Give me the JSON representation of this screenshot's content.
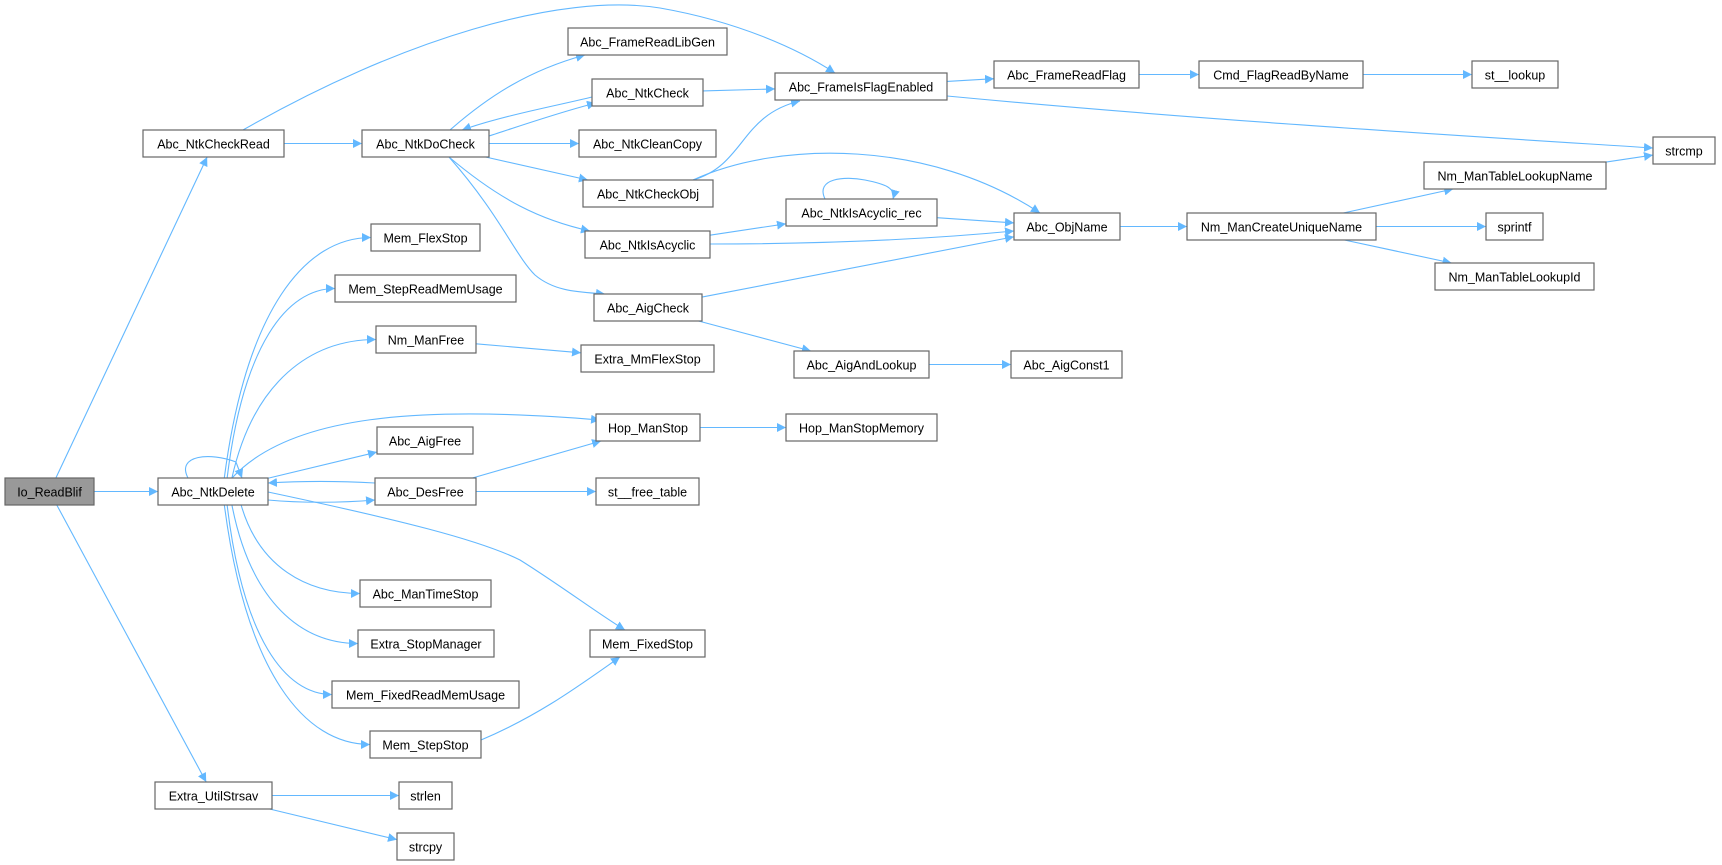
{
  "graph": {
    "type": "call-graph",
    "root": "io_readblif",
    "colors": {
      "edge": "#63b8ff",
      "node_border": "#666666",
      "root_fill": "#999999",
      "node_fill": "#ffffff"
    },
    "nodes": [
      {
        "id": "io_readblif",
        "label": "Io_ReadBlif"
      },
      {
        "id": "abc_ntkcheckread",
        "label": "Abc_NtkCheckRead"
      },
      {
        "id": "abc_ntkdelete",
        "label": "Abc_NtkDelete"
      },
      {
        "id": "extra_utilstrsav",
        "label": "Extra_UtilStrsav"
      },
      {
        "id": "abc_ntkdocheck",
        "label": "Abc_NtkDoCheck"
      },
      {
        "id": "abc_framereadlibgen",
        "label": "Abc_FrameReadLibGen"
      },
      {
        "id": "abc_ntkcheck",
        "label": "Abc_NtkCheck"
      },
      {
        "id": "abc_ntkcleancopy",
        "label": "Abc_NtkCleanCopy"
      },
      {
        "id": "abc_ntkcheckobj",
        "label": "Abc_NtkCheckObj"
      },
      {
        "id": "abc_ntkisacyclic",
        "label": "Abc_NtkIsAcyclic"
      },
      {
        "id": "abc_aigcheck",
        "label": "Abc_AigCheck"
      },
      {
        "id": "abc_frameisflagenabled",
        "label": "Abc_FrameIsFlagEnabled"
      },
      {
        "id": "abc_framereadflag",
        "label": "Abc_FrameReadFlag"
      },
      {
        "id": "cmd_flagreadbyname",
        "label": "Cmd_FlagReadByName"
      },
      {
        "id": "st_lookup",
        "label": "st__lookup"
      },
      {
        "id": "strcmp",
        "label": "strcmp"
      },
      {
        "id": "abc_ntkisacyclic_rec",
        "label": "Abc_NtkIsAcyclic_rec"
      },
      {
        "id": "abc_objname",
        "label": "Abc_ObjName"
      },
      {
        "id": "nm_mancreateuniquename",
        "label": "Nm_ManCreateUniqueName"
      },
      {
        "id": "nm_mantablelookupname",
        "label": "Nm_ManTableLookupName"
      },
      {
        "id": "sprintf",
        "label": "sprintf"
      },
      {
        "id": "nm_mantablelookupid",
        "label": "Nm_ManTableLookupId"
      },
      {
        "id": "abc_aigandlookup",
        "label": "Abc_AigAndLookup"
      },
      {
        "id": "abc_aigconst1",
        "label": "Abc_AigConst1"
      },
      {
        "id": "mem_flexstop",
        "label": "Mem_FlexStop"
      },
      {
        "id": "mem_stepreadmemusage",
        "label": "Mem_StepReadMemUsage"
      },
      {
        "id": "nm_manfree",
        "label": "Nm_ManFree"
      },
      {
        "id": "extra_mmflexstop",
        "label": "Extra_MmFlexStop"
      },
      {
        "id": "hop_manstop",
        "label": "Hop_ManStop"
      },
      {
        "id": "hop_manstopmemory",
        "label": "Hop_ManStopMemory"
      },
      {
        "id": "abc_aigfree",
        "label": "Abc_AigFree"
      },
      {
        "id": "abc_desfree",
        "label": "Abc_DesFree"
      },
      {
        "id": "st_free_table",
        "label": "st__free_table"
      },
      {
        "id": "abc_mantimestop",
        "label": "Abc_ManTimeStop"
      },
      {
        "id": "extra_stopmanager",
        "label": "Extra_StopManager"
      },
      {
        "id": "mem_fixedreadmemusage",
        "label": "Mem_FixedReadMemUsage"
      },
      {
        "id": "mem_stepstop",
        "label": "Mem_StepStop"
      },
      {
        "id": "mem_fixedstop",
        "label": "Mem_FixedStop"
      },
      {
        "id": "strlen",
        "label": "strlen"
      },
      {
        "id": "strcpy",
        "label": "strcpy"
      }
    ],
    "edges": [
      [
        "io_readblif",
        "abc_ntkcheckread"
      ],
      [
        "io_readblif",
        "abc_ntkdelete"
      ],
      [
        "io_readblif",
        "extra_utilstrsav"
      ],
      [
        "abc_ntkcheckread",
        "abc_ntkdocheck"
      ],
      [
        "abc_ntkcheckread",
        "abc_frameisflagenabled"
      ],
      [
        "abc_ntkdocheck",
        "abc_framereadlibgen"
      ],
      [
        "abc_ntkdocheck",
        "abc_ntkcheck"
      ],
      [
        "abc_ntkcheck",
        "abc_ntkdocheck"
      ],
      [
        "abc_ntkdocheck",
        "abc_ntkcleancopy"
      ],
      [
        "abc_ntkdocheck",
        "abc_ntkcheckobj"
      ],
      [
        "abc_ntkdocheck",
        "abc_ntkisacyclic"
      ],
      [
        "abc_ntkdocheck",
        "abc_aigcheck"
      ],
      [
        "abc_ntkcheck",
        "abc_frameisflagenabled"
      ],
      [
        "abc_ntkcheckobj",
        "abc_frameisflagenabled"
      ],
      [
        "abc_ntkcheckobj",
        "abc_objname"
      ],
      [
        "abc_ntkisacyclic",
        "abc_ntkisacyclic_rec"
      ],
      [
        "abc_ntkisacyclic",
        "abc_objname"
      ],
      [
        "abc_ntkisacyclic_rec",
        "abc_ntkisacyclic_rec"
      ],
      [
        "abc_ntkisacyclic_rec",
        "abc_objname"
      ],
      [
        "abc_aigcheck",
        "abc_objname"
      ],
      [
        "abc_aigcheck",
        "abc_aigandlookup"
      ],
      [
        "abc_aigandlookup",
        "abc_aigconst1"
      ],
      [
        "abc_frameisflagenabled",
        "abc_framereadflag"
      ],
      [
        "abc_frameisflagenabled",
        "strcmp"
      ],
      [
        "abc_framereadflag",
        "cmd_flagreadbyname"
      ],
      [
        "cmd_flagreadbyname",
        "st_lookup"
      ],
      [
        "abc_objname",
        "nm_mancreateuniquename"
      ],
      [
        "nm_mancreateuniquename",
        "nm_mantablelookupname"
      ],
      [
        "nm_mancreateuniquename",
        "sprintf"
      ],
      [
        "nm_mancreateuniquename",
        "nm_mantablelookupid"
      ],
      [
        "nm_mantablelookupname",
        "strcmp"
      ],
      [
        "abc_ntkdelete",
        "mem_flexstop"
      ],
      [
        "abc_ntkdelete",
        "mem_stepreadmemusage"
      ],
      [
        "abc_ntkdelete",
        "nm_manfree"
      ],
      [
        "nm_manfree",
        "extra_mmflexstop"
      ],
      [
        "abc_ntkdelete",
        "hop_manstop"
      ],
      [
        "abc_ntkdelete",
        "abc_aigfree"
      ],
      [
        "abc_ntkdelete",
        "abc_desfree"
      ],
      [
        "abc_desfree",
        "abc_ntkdelete"
      ],
      [
        "abc_desfree",
        "hop_manstop"
      ],
      [
        "abc_desfree",
        "st_free_table"
      ],
      [
        "hop_manstop",
        "hop_manstopmemory"
      ],
      [
        "abc_ntkdelete",
        "abc_ntkdelete"
      ],
      [
        "abc_ntkdelete",
        "abc_mantimestop"
      ],
      [
        "abc_ntkdelete",
        "extra_stopmanager"
      ],
      [
        "abc_ntkdelete",
        "mem_fixedreadmemusage"
      ],
      [
        "abc_ntkdelete",
        "mem_stepstop"
      ],
      [
        "abc_ntkdelete",
        "mem_fixedstop"
      ],
      [
        "mem_stepstop",
        "mem_fixedstop"
      ],
      [
        "extra_utilstrsav",
        "strlen"
      ],
      [
        "extra_utilstrsav",
        "strcpy"
      ]
    ]
  }
}
